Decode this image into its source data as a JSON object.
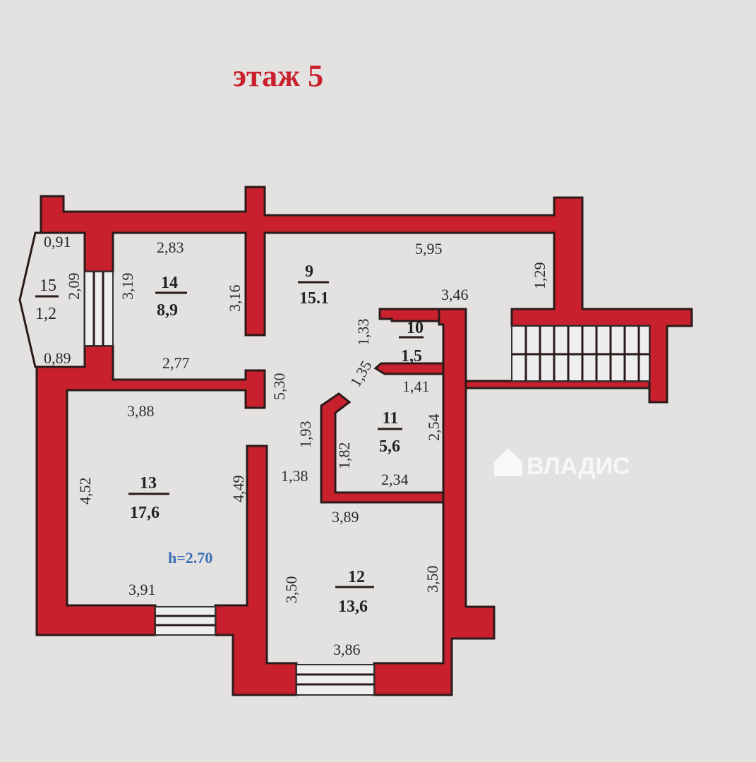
{
  "title": "этаж 5",
  "ceiling_height": "h=2.70",
  "watermark": "ВЛАДИС",
  "colors": {
    "wall": "#c8202c",
    "background": "#e4e2e0",
    "height_label": "#3a6db8"
  },
  "rooms": [
    {
      "number": "9",
      "area": "15.1"
    },
    {
      "number": "10",
      "area": "1,5"
    },
    {
      "number": "11",
      "area": "5,6"
    },
    {
      "number": "12",
      "area": "13,6"
    },
    {
      "number": "13",
      "area": "17,6"
    },
    {
      "number": "14",
      "area": "8,9"
    },
    {
      "number": "15",
      "area": "1,2"
    }
  ],
  "dimensions": {
    "d091": "0,91",
    "d209": "2,09",
    "d089": "0,89",
    "d283": "2,83",
    "d319": "3,19",
    "d316": "3,16",
    "d277": "2,77",
    "d595": "5,95",
    "d129": "1,29",
    "d346": "3,46",
    "d133": "1,33",
    "d135": "1,35",
    "d141": "1,41",
    "d530": "5,30",
    "d388": "3,88",
    "d193": "1,93",
    "d182": "1,82",
    "d254": "2,54",
    "d452": "4,52",
    "d449": "4,49",
    "d138": "1,38",
    "d234": "2,34",
    "d389": "3,89",
    "d350a": "3,50",
    "d350b": "3,50",
    "d391": "3,91",
    "d386": "3,86"
  }
}
